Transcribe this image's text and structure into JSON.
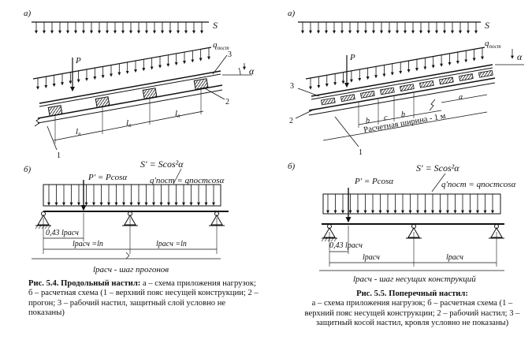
{
  "left": {
    "panel_a": "а)",
    "panel_b": "б)",
    "load_S": "S",
    "load_q": "q",
    "load_q_sub": "пост",
    "force_P": "P",
    "alpha": "α",
    "num_1": "1",
    "num_2": "2",
    "num_3": "3",
    "span_l": "l",
    "span_sub": "п",
    "eq_S_cos": "S' = Scos²α",
    "eq_P": "P' = Pcosα",
    "eq_q": "q'пост = qпостcosα",
    "dim_043": "0,43 lрасч",
    "dim_span1": "lрасч =lп",
    "dim_span2": "lрасч =lп",
    "bottom_note": "lрасч - шаг прогонов",
    "caption_title": "Рис. 5.4. Продольный настил:",
    "caption_text": " а – схема приложения нагрузок; б – расчетная схема (1 – верхний пояс несущей конструкции; 2 – прогон; 3 – рабочий настил, защитный слой условно не показаны)"
  },
  "right": {
    "panel_a": "а)",
    "panel_b": "б)",
    "load_S": "S",
    "load_q": "q",
    "load_q_sub": "пост",
    "force_P": "P",
    "alpha": "α",
    "num_1": "1",
    "num_2": "2",
    "num_3": "3",
    "dim_b1": "b",
    "dim_c": "c",
    "dim_b2": "b",
    "dim_a": "a",
    "width_label": "Расчетная ширина - 1 м",
    "eq_S_cos": "S' = Scos²α",
    "eq_P": "P' = Pcosα",
    "eq_q": "q'пост = qпостcosα",
    "dim_043": "0,43 lрасч",
    "dim_span1": "lрасч",
    "dim_span2": "lрасч",
    "bottom_note": "lрасч - шаг несущих конструкций",
    "caption_title": "Рис. 5.5. Поперечный настил:",
    "caption_text": "а – схема приложения нагрузок; б – расчетная схема (1 – верхний пояс несущей конструкции; 2 – рабочий настил; 3 – защитный косой настил, кровля условно не показаны)"
  }
}
